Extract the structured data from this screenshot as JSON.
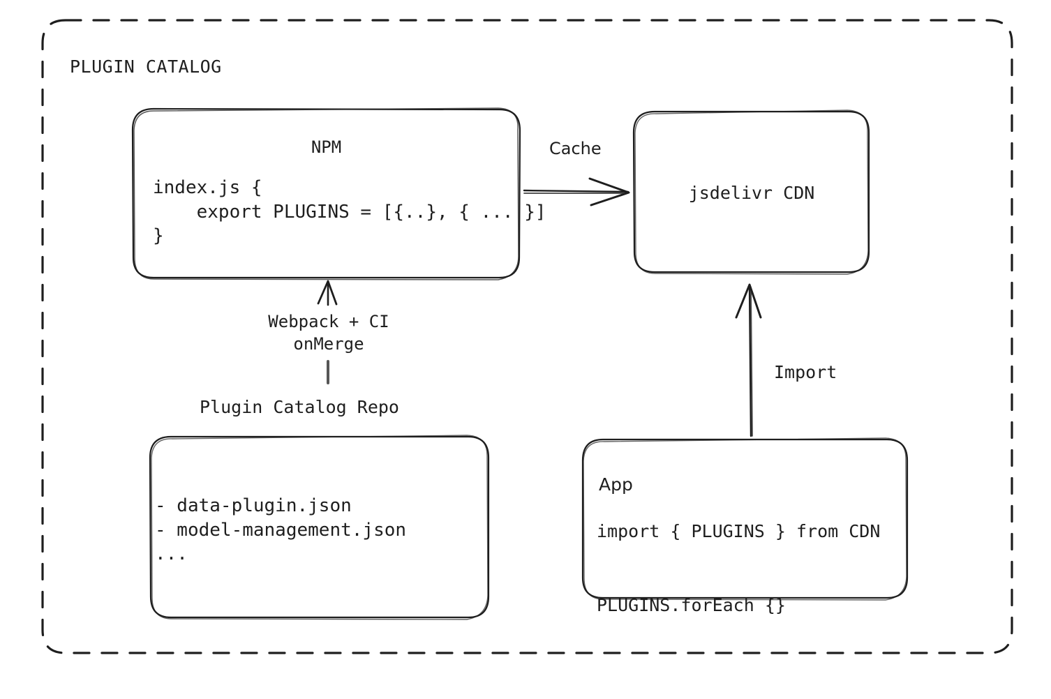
{
  "diagram": {
    "title": "PLUGIN CATALOG",
    "accent_color": "#1e1e1e",
    "background_color": "#ffffff",
    "nodes": {
      "npm": {
        "title": "NPM",
        "code": "index.js {\n    export PLUGINS = [{..}, { ... }]\n}"
      },
      "cdn": {
        "title": "jsdelivr CDN"
      },
      "repo": {
        "label": "Plugin Catalog Repo",
        "code": "- data-plugin.json\n- model-management.json\n..."
      },
      "app": {
        "title": "App",
        "code": "import { PLUGINS } from CDN\n\nPLUGINS.forEach {}"
      }
    },
    "edges": {
      "cache": {
        "label": "Cache",
        "from": "npm",
        "to": "cdn"
      },
      "build": {
        "label": "Webpack + CI\nonMerge",
        "from": "repo",
        "to": "npm"
      },
      "import": {
        "label": "Import",
        "from": "app",
        "to": "cdn"
      }
    }
  }
}
